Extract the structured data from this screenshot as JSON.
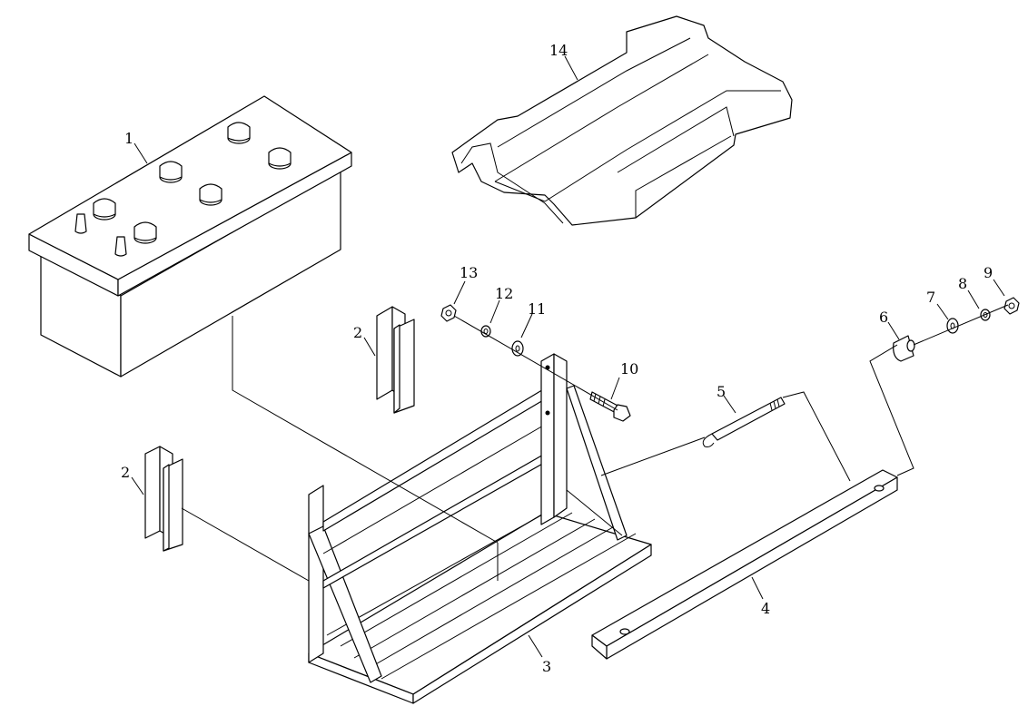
{
  "callouts": [
    {
      "id": "1",
      "label": "1"
    },
    {
      "id": "2a",
      "label": "2"
    },
    {
      "id": "2b",
      "label": "2"
    },
    {
      "id": "3",
      "label": "3"
    },
    {
      "id": "4",
      "label": "4"
    },
    {
      "id": "5",
      "label": "5"
    },
    {
      "id": "6",
      "label": "6"
    },
    {
      "id": "7",
      "label": "7"
    },
    {
      "id": "8",
      "label": "8"
    },
    {
      "id": "9",
      "label": "9"
    },
    {
      "id": "10",
      "label": "10"
    },
    {
      "id": "11",
      "label": "11"
    },
    {
      "id": "12",
      "label": "12"
    },
    {
      "id": "13",
      "label": "13"
    },
    {
      "id": "14",
      "label": "14"
    }
  ]
}
